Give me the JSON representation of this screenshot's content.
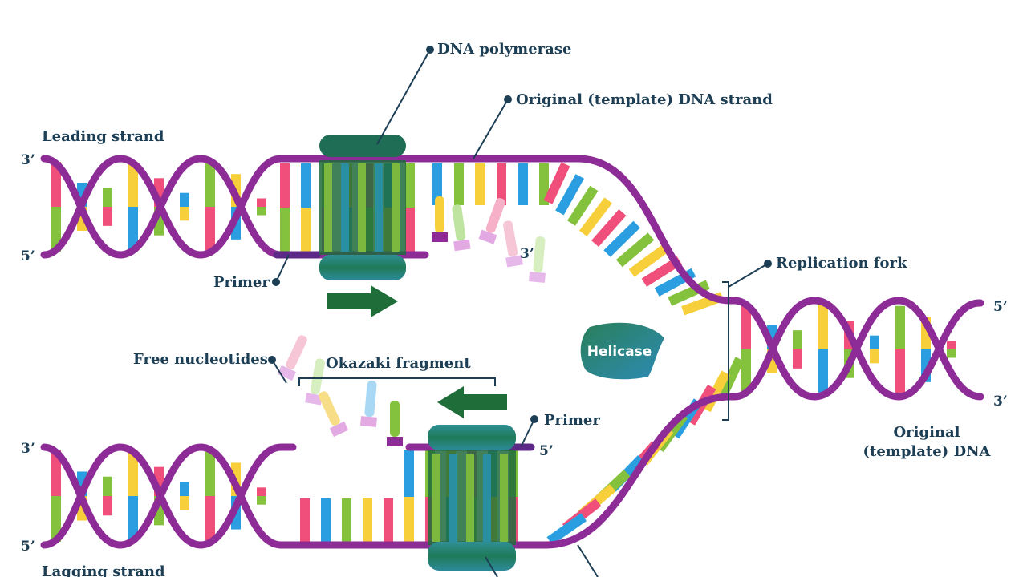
{
  "labels": {
    "dna_polymerase": "DNA polymerase",
    "template_strand": "Original (template) DNA strand",
    "leading_strand": "Leading strand",
    "primer_top": "Primer",
    "replication_fork": "Replication fork",
    "helicase": "Helicase",
    "free_nucleotides": "Free nucleotides",
    "okazaki_fragment": "Okazaki fragment",
    "primer_bottom": "Primer",
    "original_dna_line1": "Original",
    "original_dna_line2": "(template) DNA",
    "lagging_strand": "Lagging strand"
  },
  "ends": {
    "left_top_upper": "3’",
    "left_top_lower": "5’",
    "left_bottom_upper": "3’",
    "left_bottom_lower": "5’",
    "right_upper": "5’",
    "right_lower": "3’",
    "free_end_3": "3’",
    "primer_end_5": "5’"
  },
  "colors": {
    "backbone": "#8e2c97",
    "backbone_dark": "#5c2a86",
    "label_text": "#1d3f55",
    "arrow": "#1f6e3a",
    "polymerase_dark": "#1e6b3c",
    "polymerase_light": "#2d8fa4",
    "base_pink": "#ef4f7a",
    "base_blue": "#2a9ee0",
    "base_green": "#84c13c",
    "base_yellow": "#f7cf3b"
  }
}
